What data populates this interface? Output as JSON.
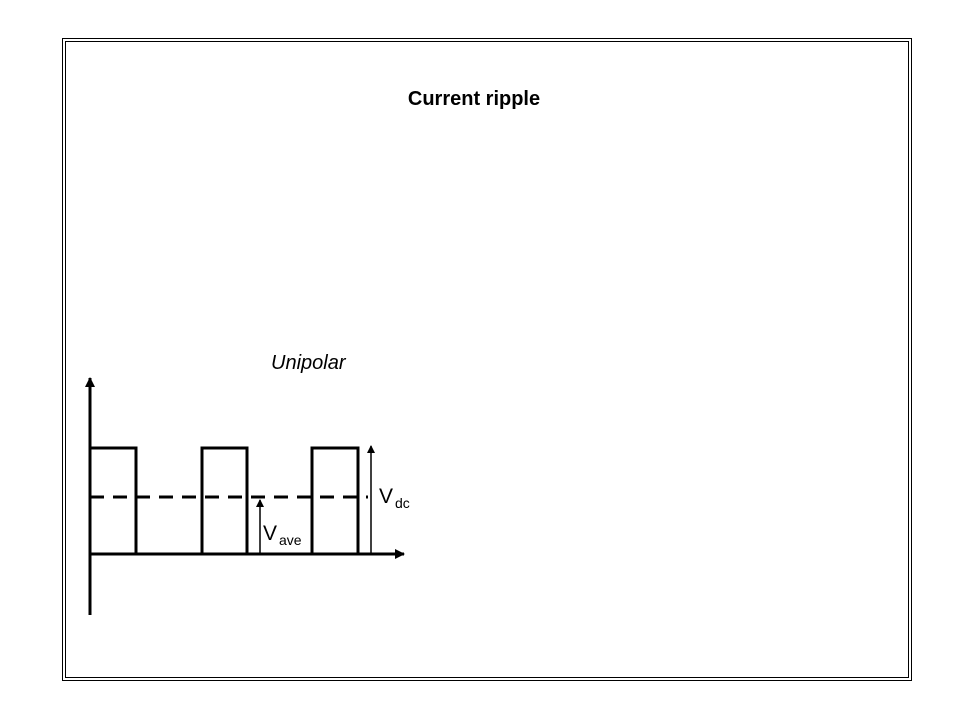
{
  "slide": {
    "title": "Current ripple",
    "subtitle": "Unipolar"
  },
  "diagram": {
    "labels": {
      "vdc": {
        "main": "V",
        "sub": "dc"
      },
      "vave": {
        "main": "V",
        "sub": "ave"
      }
    },
    "line_color": "#000000",
    "average_line_style": "dashed"
  }
}
